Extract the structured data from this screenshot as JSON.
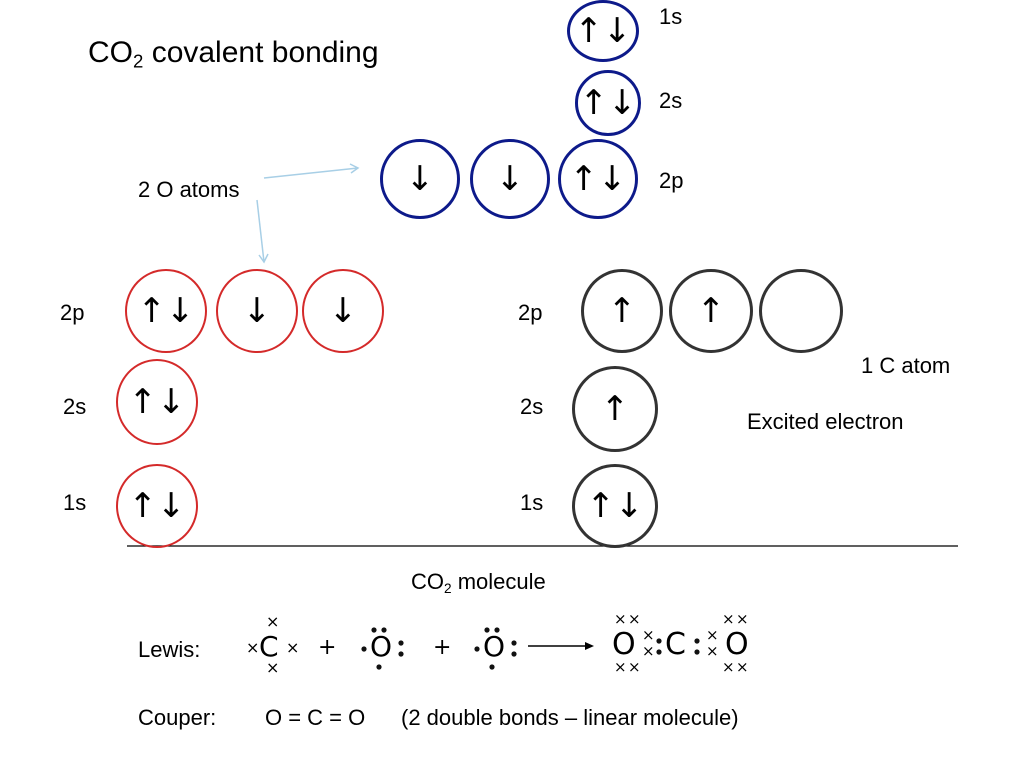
{
  "title": {
    "prefix": "CO",
    "sub": "2",
    "rest": "covalent bonding"
  },
  "labels": {
    "o_atoms": "2 O atoms",
    "c_atom": "1 C atom",
    "excited": "Excited electron",
    "molecule_prefix": "CO",
    "molecule_sub": "2",
    "molecule_rest": " molecule",
    "lewis": "Lewis:",
    "couper": "Couper:"
  },
  "top_atom": {
    "s1": {
      "label": "1s",
      "arrows": "↑↓"
    },
    "s2": {
      "label": "2s",
      "arrows": "↑↓"
    },
    "p2": {
      "label": "2p",
      "arrows": [
        "↓",
        "↓",
        "↑↓"
      ]
    }
  },
  "oxygen": {
    "p2": {
      "label": "2p",
      "arrows": [
        "↑↓",
        "↓",
        "↓"
      ]
    },
    "s2": {
      "label": "2s",
      "arrows": "↑↓"
    },
    "s1": {
      "label": "1s",
      "arrows": "↑↓"
    }
  },
  "carbon": {
    "p2": {
      "label": "2p",
      "arrows": [
        "↑",
        "↑",
        ""
      ]
    },
    "s2": {
      "label": "2s",
      "arrows": "↑"
    },
    "s1": {
      "label": "1s",
      "arrows": "↑↓"
    }
  },
  "lewis": {
    "c": "C",
    "o": "O",
    "plus": "+",
    "x": "×"
  },
  "couper": {
    "formula": "O = C = O",
    "note": "(2 double bonds – linear molecule)"
  },
  "colors": {
    "oxygen": "#d42a2a",
    "top": "#0d1a8a",
    "carbon": "#333333",
    "pointer": "#a8cfe6"
  }
}
